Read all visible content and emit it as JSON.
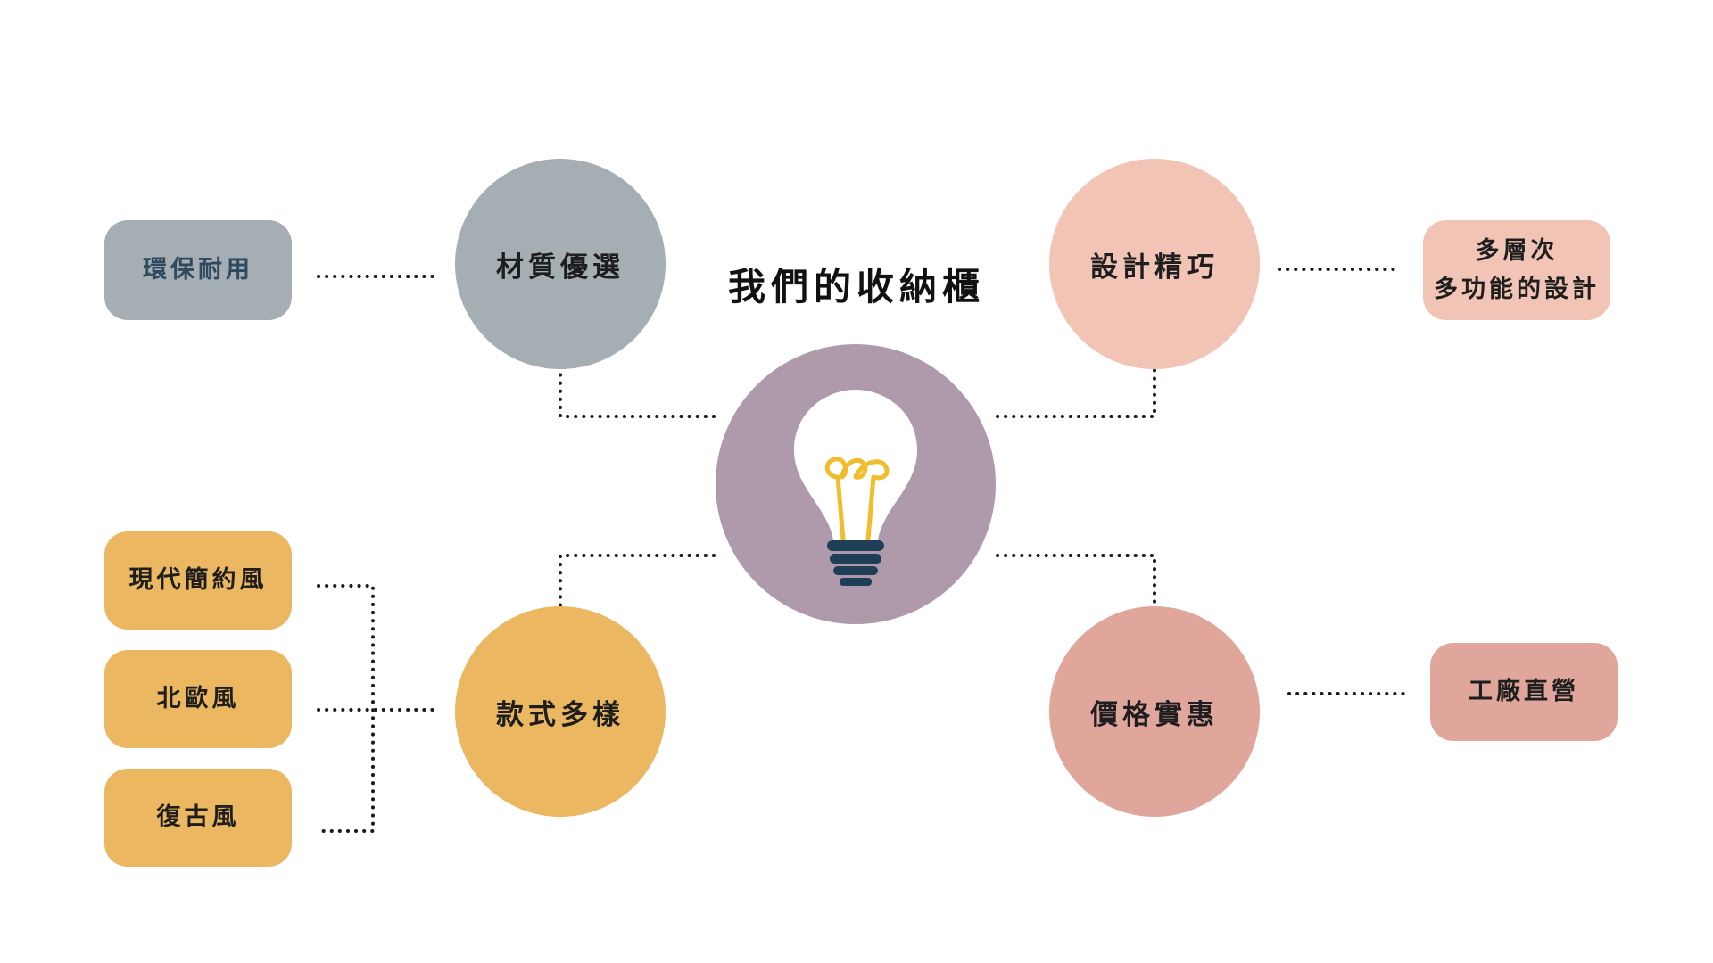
{
  "title": "我們的收納櫃",
  "center": {
    "icon": "light-bulb-icon",
    "color": "#ae9aab"
  },
  "colors": {
    "material": "#a5aeb2",
    "design": "#f1c4b6",
    "style": "#ecb761",
    "price": "#e0a69c",
    "material_text": "#2f4a5e",
    "bulb_white": "#ffffff",
    "bulb_filament": "#f2bd2c",
    "bulb_base": "#1f3f56",
    "connector": "#1a1a1a"
  },
  "branches": {
    "material": {
      "label": "材質優選",
      "details": [
        "環保耐用"
      ]
    },
    "design": {
      "label": "設計精巧",
      "details": [
        "多層次",
        "多功能的設計"
      ]
    },
    "style": {
      "label": "款式多樣",
      "details": [
        "現代簡約風",
        "北歐風",
        "復古風"
      ]
    },
    "price": {
      "label": "價格實惠",
      "details": [
        "工廠直營"
      ]
    }
  }
}
